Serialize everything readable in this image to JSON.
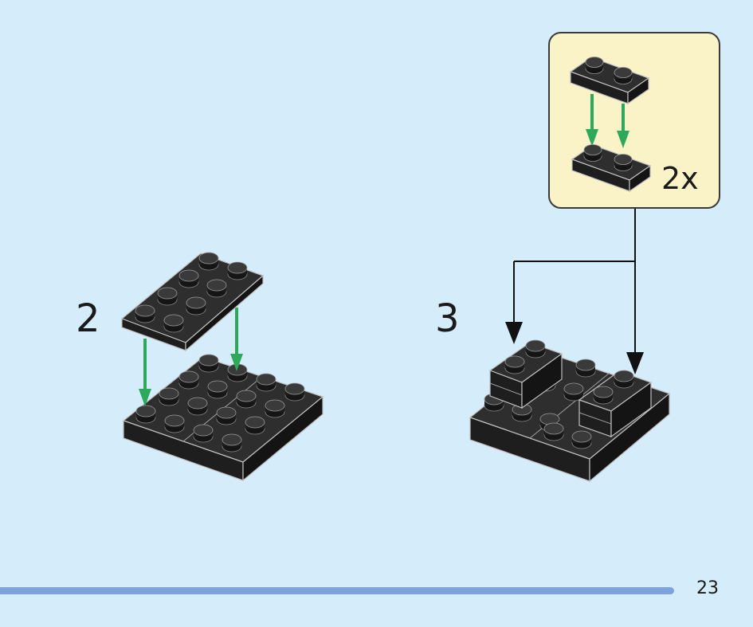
{
  "steps": [
    {
      "number": "2"
    },
    {
      "number": "3"
    }
  ],
  "subassembly": {
    "multiplier": "2x"
  },
  "page_number": "23",
  "colors": {
    "background": "#d5ecfb",
    "brick": "#252525",
    "arrow_green": "#2ea85a",
    "arrow_black": "#111111",
    "callout_fill": "#fbf3c8",
    "progress_bar": "#7ea3dc"
  },
  "icons": [
    "green-down-arrow-icon",
    "black-down-arrow-icon"
  ]
}
